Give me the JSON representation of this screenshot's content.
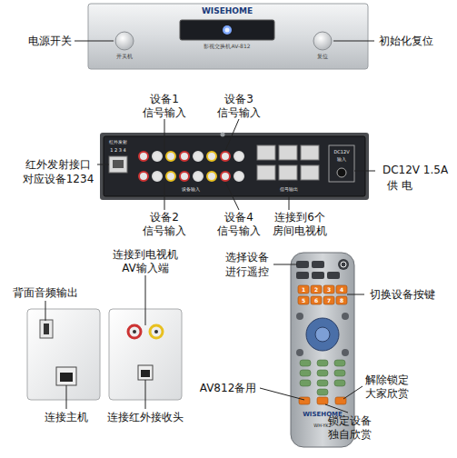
{
  "diagram": {
    "labels": [
      "电源开关",
      "初始化复位",
      "开关机",
      "复位",
      "WISEHOME",
      "影视交换机AV-812",
      "设备1",
      "信号输入",
      "设备3",
      "信号输入",
      "红外发射接口",
      "对应设备1234",
      "DC12V 1.5A",
      "供 电",
      "设备2",
      "信号输入",
      "设备4",
      "信号输入",
      "连接到6个",
      "房间电视机",
      "红外发射",
      "1 2 3 4",
      "设备输入",
      "信号输出",
      "DC12V",
      "输入",
      "背面音频输出",
      "连接主机",
      "连接到电视机",
      "AV输入端",
      "连接红外接收头",
      "选择设备",
      "进行遥控",
      "切换设备按键",
      "AV812备用",
      "解除锁定",
      "大家欣赏",
      "锁定设备",
      "独自欣赏",
      "WISEHOME",
      "WH-YK2",
      "1",
      "2",
      "3",
      "4",
      "5",
      "6",
      "7",
      "8"
    ]
  }
}
